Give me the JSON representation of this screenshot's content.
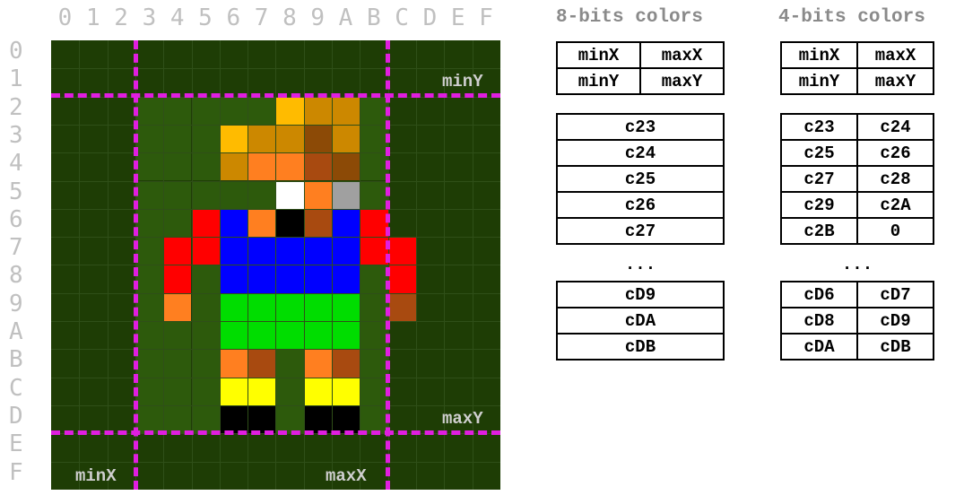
{
  "axes": {
    "columns": [
      "0",
      "1",
      "2",
      "3",
      "4",
      "5",
      "6",
      "7",
      "8",
      "9",
      "A",
      "B",
      "C",
      "D",
      "E",
      "F"
    ],
    "rows": [
      "0",
      "1",
      "2",
      "3",
      "4",
      "5",
      "6",
      "7",
      "8",
      "9",
      "A",
      "B",
      "C",
      "D",
      "E",
      "F"
    ]
  },
  "bounds_labels": {
    "min_x": "minX",
    "max_x": "maxX",
    "min_y": "minY",
    "max_y": "maxY"
  },
  "bounds": {
    "min_x": 3,
    "max_x": 12,
    "min_y": 2,
    "max_y": 14
  },
  "colors": {
    "background": "#1e3d05",
    "inside_box": "#2d5a0c",
    "bound_line": "#e01ee0",
    "palette": {
      "Y": "#ffbb00",
      "O": "#cc8800",
      "D": "#8c4a06",
      "T": "#ff7f20",
      "W": "#ffffff",
      "G": "#a0a0a0",
      "K": "#000000",
      "B": "#a84a10",
      "R": "#ff0000",
      "U": "#0000ff",
      "N": "#00dd00",
      "L": "#ffff00"
    }
  },
  "sprite": [
    "................",
    "................",
    "........YOO.....",
    "......YOODO.....",
    "......OTTBD.....",
    "........WTG.....",
    ".....RUTKBUR....",
    "....RRUUUUURR...",
    "....R.UUUUU.R...",
    "....T.NNNNN.B...",
    "......NNNNN.....",
    "......TB.TB.....",
    "......LL.LL.....",
    "......KK.KK.....",
    "................",
    "................"
  ],
  "table_8bit": {
    "title": "8-bits colors",
    "header": [
      [
        "minX",
        "maxX"
      ],
      [
        "minY",
        "maxY"
      ]
    ],
    "rows_top": [
      "c23",
      "c24",
      "c25",
      "c26",
      "c27"
    ],
    "ellipsis": "...",
    "rows_bottom": [
      "cD9",
      "cDA",
      "cDB"
    ]
  },
  "table_4bit": {
    "title": "4-bits colors",
    "header": [
      [
        "minX",
        "maxX"
      ],
      [
        "minY",
        "maxY"
      ]
    ],
    "rows_top": [
      [
        "c23",
        "c24"
      ],
      [
        "c25",
        "c26"
      ],
      [
        "c27",
        "c28"
      ],
      [
        "c29",
        "c2A"
      ],
      [
        "c2B",
        "0"
      ]
    ],
    "ellipsis": "...",
    "rows_bottom": [
      [
        "cD6",
        "cD7"
      ],
      [
        "cD8",
        "cD9"
      ],
      [
        "cDA",
        "cDB"
      ]
    ]
  }
}
